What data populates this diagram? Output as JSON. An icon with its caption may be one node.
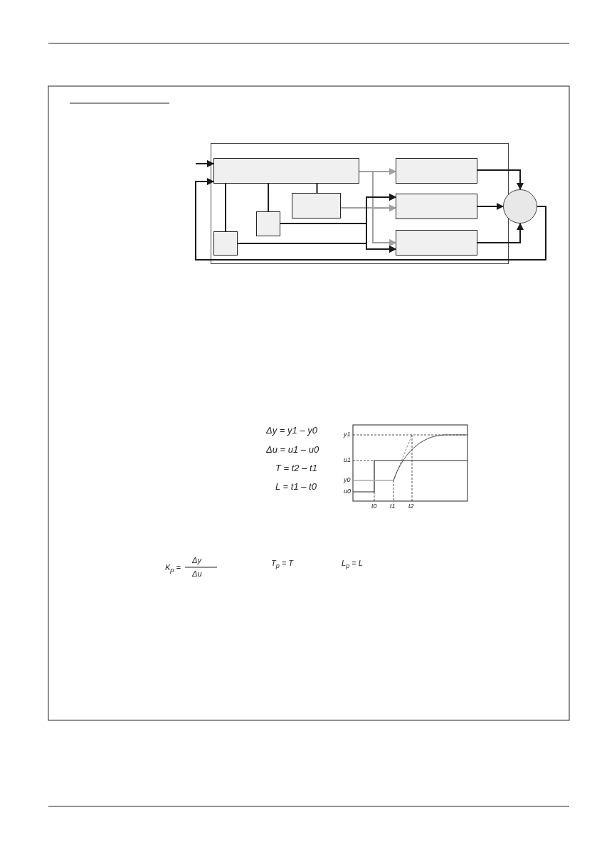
{
  "diagram": {
    "nodes": [
      {
        "text": [],
        "shape": "box"
      },
      {
        "text": [],
        "shape": "box",
        "in": 0
      },
      {
        "text": [],
        "shape": "box",
        "in": 0
      },
      {
        "text": [],
        "shape": "box",
        "in": 0
      },
      {
        "text": [],
        "shape": "box",
        "in": 0
      },
      {
        "text": [],
        "shape": "box",
        "in": 0
      },
      {
        "text": [],
        "shape": "box",
        "in": 0
      },
      {
        "text": [],
        "shape": "box",
        "in": 0
      },
      {
        "text": [],
        "shape": "circle"
      }
    ],
    "edges": [
      {
        "from": null,
        "to": 1,
        "arrow": "to"
      },
      {
        "from": 8,
        "to": 1,
        "arrow": "to"
      },
      {
        "from": 1,
        "to": 5,
        "arrow": "to",
        "color": "#a0a0a0"
      },
      {
        "from": 1,
        "to": 6,
        "arrow": "to",
        "color": "#a0a0a0"
      },
      {
        "from": 1,
        "to": 7,
        "arrow": "to",
        "color": "#a0a0a0"
      },
      {
        "from": 2,
        "to": 6,
        "arrow": "to",
        "color": "#a0a0a0"
      },
      {
        "from": 2,
        "to": 7,
        "arrow": "to",
        "color": "#a0a0a0"
      },
      {
        "from": 1,
        "to": 2,
        "arrow": "none"
      },
      {
        "from": 1,
        "to": 3,
        "arrow": "none"
      },
      {
        "from": 1,
        "to": 4,
        "arrow": "none"
      },
      {
        "from": 3,
        "to": 6,
        "arrow": "to"
      },
      {
        "from": 3,
        "to": 7,
        "arrow": "to"
      },
      {
        "from": 4,
        "to": 6,
        "arrow": "to"
      },
      {
        "from": 4,
        "to": 7,
        "arrow": "to"
      },
      {
        "from": 5,
        "to": 8,
        "arrow": "to"
      },
      {
        "from": 6,
        "to": 8,
        "arrow": "to"
      },
      {
        "from": 7,
        "to": 8,
        "arrow": "to"
      }
    ],
    "labels": [
      "Δy = y1 – y0",
      "y1",
      "Δu = u1 – u0",
      "u1",
      "T = t2 – t1",
      "y0",
      "L = t1 – t0",
      "u0",
      "t0",
      "t1",
      "t2",
      "K$_{p}$ =",
      "Δy",
      "Δu",
      "T$_{p}$ = T",
      "L$_{p}$ = L"
    ]
  }
}
